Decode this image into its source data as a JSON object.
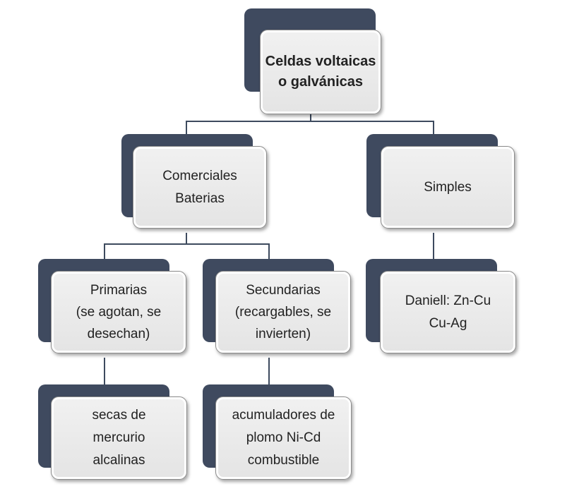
{
  "diagram": {
    "root": {
      "lines": [
        "Celdas voltaicas",
        "o galvánicas"
      ]
    },
    "comerciales": {
      "lines": [
        "Comerciales",
        "Baterias"
      ]
    },
    "simples": {
      "lines": [
        "Simples"
      ]
    },
    "primarias": {
      "lines": [
        "Primarias",
        "(se agotan, se",
        "desechan)"
      ]
    },
    "secundarias": {
      "lines": [
        "Secundarias",
        "(recargables, se",
        "invierten)"
      ]
    },
    "daniell": {
      "lines": [
        "Daniell: Zn-Cu",
        "Cu-Ag"
      ]
    },
    "secas": {
      "lines": [
        "secas de",
        "mercurio",
        "alcalinas"
      ]
    },
    "acumuladores": {
      "lines": [
        "acumuladores de",
        "plomo Ni-Cd",
        "combustible"
      ]
    }
  },
  "colors": {
    "shadow_box": "#3f4a5f",
    "box_fill": "#e9e9e9",
    "connector": "#3d4a5e",
    "text": "#222222"
  }
}
